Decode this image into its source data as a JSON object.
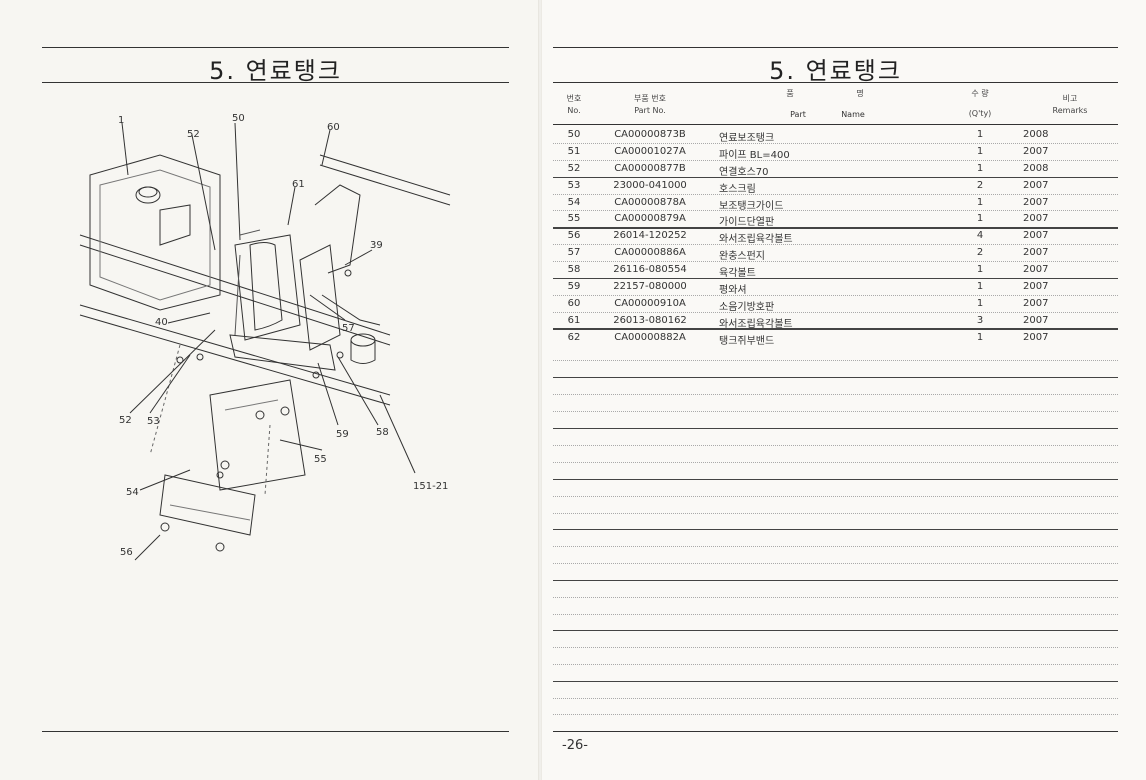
{
  "left_page": {
    "title": "5. 연료탱크",
    "callouts": [
      "1",
      "52",
      "50",
      "60",
      "61",
      "39",
      "40",
      "57",
      "52",
      "53",
      "59",
      "58",
      "55",
      "151-21",
      "54",
      "56"
    ]
  },
  "right_page": {
    "title": "5. 연료탱크",
    "headers": {
      "no_kr": "번호",
      "no_en": "No.",
      "pn_kr": "부품 번호",
      "pn_en": "Part  No.",
      "name_kr_1": "품",
      "name_kr_2": "명",
      "name_en_1": "Part",
      "name_en_2": "Name",
      "qty_kr": "수  량",
      "qty_en": "(Q'ty)",
      "rem_kr": "비고",
      "rem_en": "Remarks"
    },
    "rows": [
      {
        "no": "50",
        "part_no": "CA00000873B",
        "name": "연료보조탱크",
        "qty": "1",
        "remarks": "2008"
      },
      {
        "no": "51",
        "part_no": "CA00001027A",
        "name": "파이프 BL=400",
        "qty": "1",
        "remarks": "2007"
      },
      {
        "no": "52",
        "part_no": "CA00000877B",
        "name": "연결호스70",
        "qty": "1",
        "remarks": "2008"
      },
      {
        "no": "53",
        "part_no": "23000-041000",
        "name": "호스크림",
        "qty": "2",
        "remarks": "2007"
      },
      {
        "no": "54",
        "part_no": "CA00000878A",
        "name": "보조탱크가이드",
        "qty": "1",
        "remarks": "2007"
      },
      {
        "no": "55",
        "part_no": "CA00000879A",
        "name": "가이드단열판",
        "qty": "1",
        "remarks": "2007"
      },
      {
        "no": "56",
        "part_no": "26014-120252",
        "name": "와서조립육각볼트",
        "qty": "4",
        "remarks": "2007"
      },
      {
        "no": "57",
        "part_no": "CA00000886A",
        "name": "완충스펀지",
        "qty": "2",
        "remarks": "2007"
      },
      {
        "no": "58",
        "part_no": "26116-080554",
        "name": "육각볼트",
        "qty": "1",
        "remarks": "2007"
      },
      {
        "no": "59",
        "part_no": "22157-080000",
        "name": "평와셔",
        "qty": "1",
        "remarks": "2007"
      },
      {
        "no": "60",
        "part_no": "CA00000910A",
        "name": "소음기방호판",
        "qty": "1",
        "remarks": "2007"
      },
      {
        "no": "61",
        "part_no": "26013-080162",
        "name": "와서조립육각볼트",
        "qty": "3",
        "remarks": "2007"
      },
      {
        "no": "62",
        "part_no": "CA00000882A",
        "name": "탱크쥐부밴드",
        "qty": "1",
        "remarks": "2007"
      }
    ],
    "page_number": "-26-"
  }
}
